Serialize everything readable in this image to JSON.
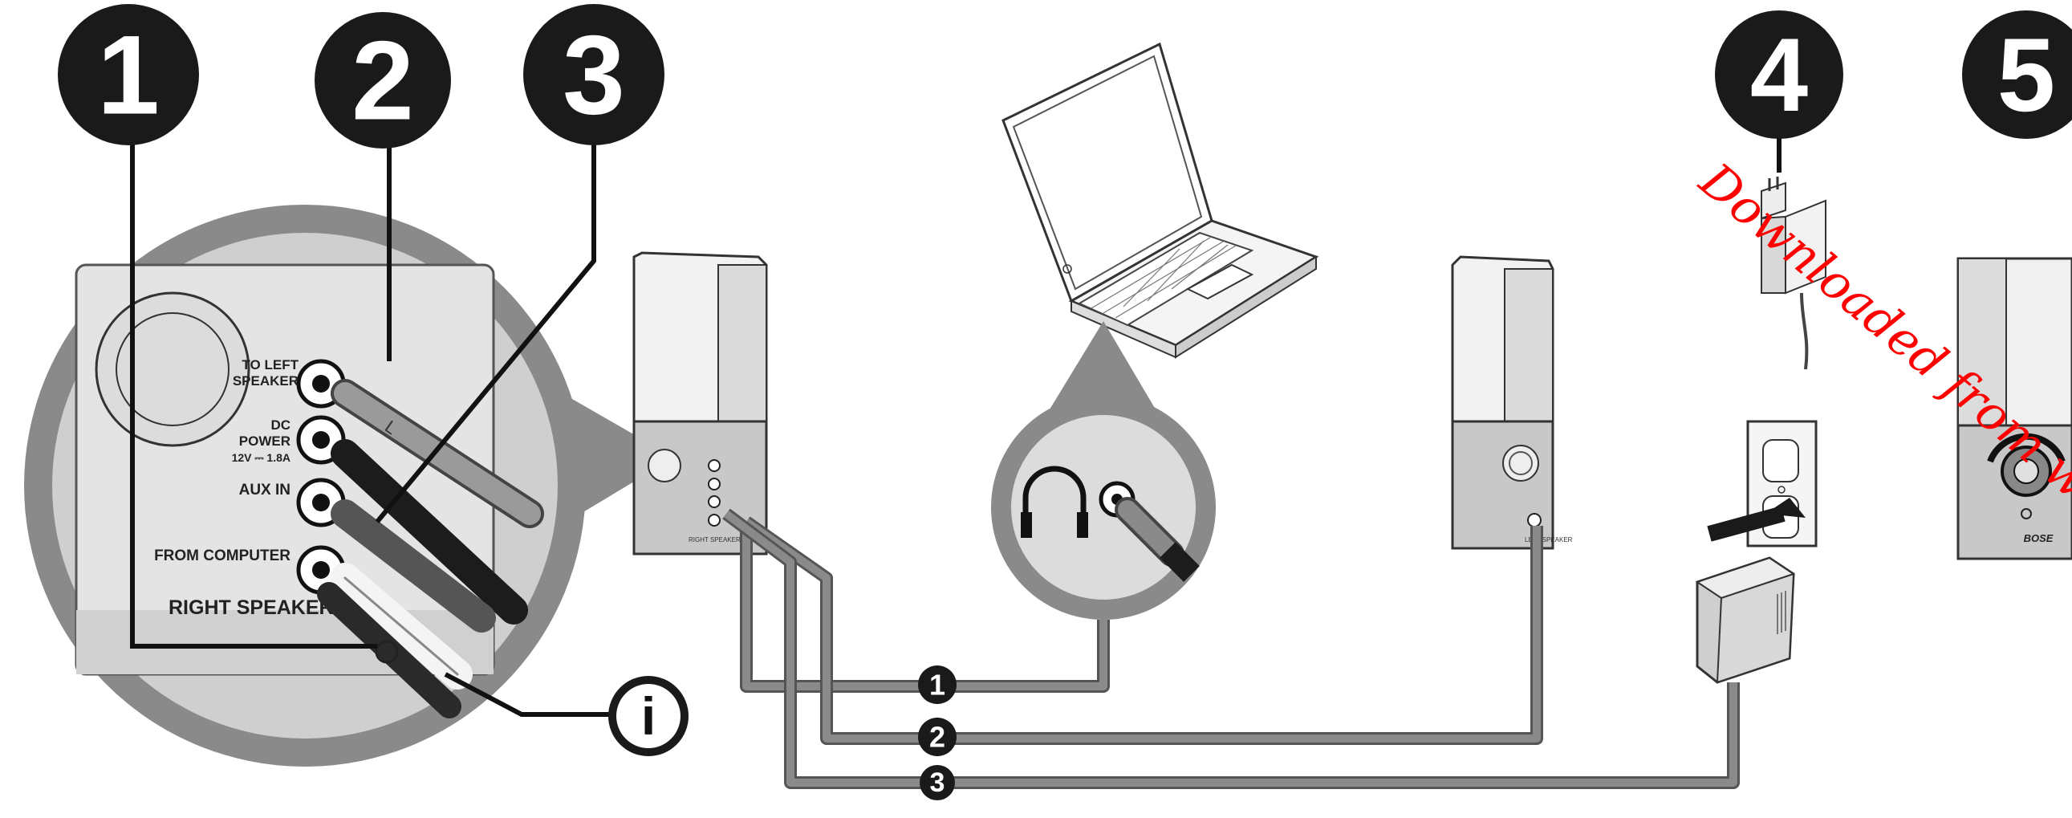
{
  "steps": {
    "one": "1",
    "two": "2",
    "three": "3",
    "four": "4",
    "five": "5"
  },
  "info_icon_label": "i",
  "panel": {
    "to_left_speaker": [
      "TO LEFT",
      "SPEAKER"
    ],
    "dc_power": [
      "DC",
      "POWER",
      "12V ⎓ 1.8A"
    ],
    "aux_in": "AUX IN",
    "from_computer": "FROM COMPUTER",
    "right_speaker": "RIGHT SPEAKER",
    "plug_tag": "L"
  },
  "speaker_labels": {
    "right": "RIGHT SPEAKER",
    "left": "LEFT SPEAKER"
  },
  "brand": "BOSE",
  "watermark": "Downloaded from www.vandenborre.be",
  "colors": {
    "badge": "#1a1a1a",
    "cable": "#6d6d6d",
    "panel_gray": "#8a8a8a",
    "watermark": "#ff0000"
  }
}
